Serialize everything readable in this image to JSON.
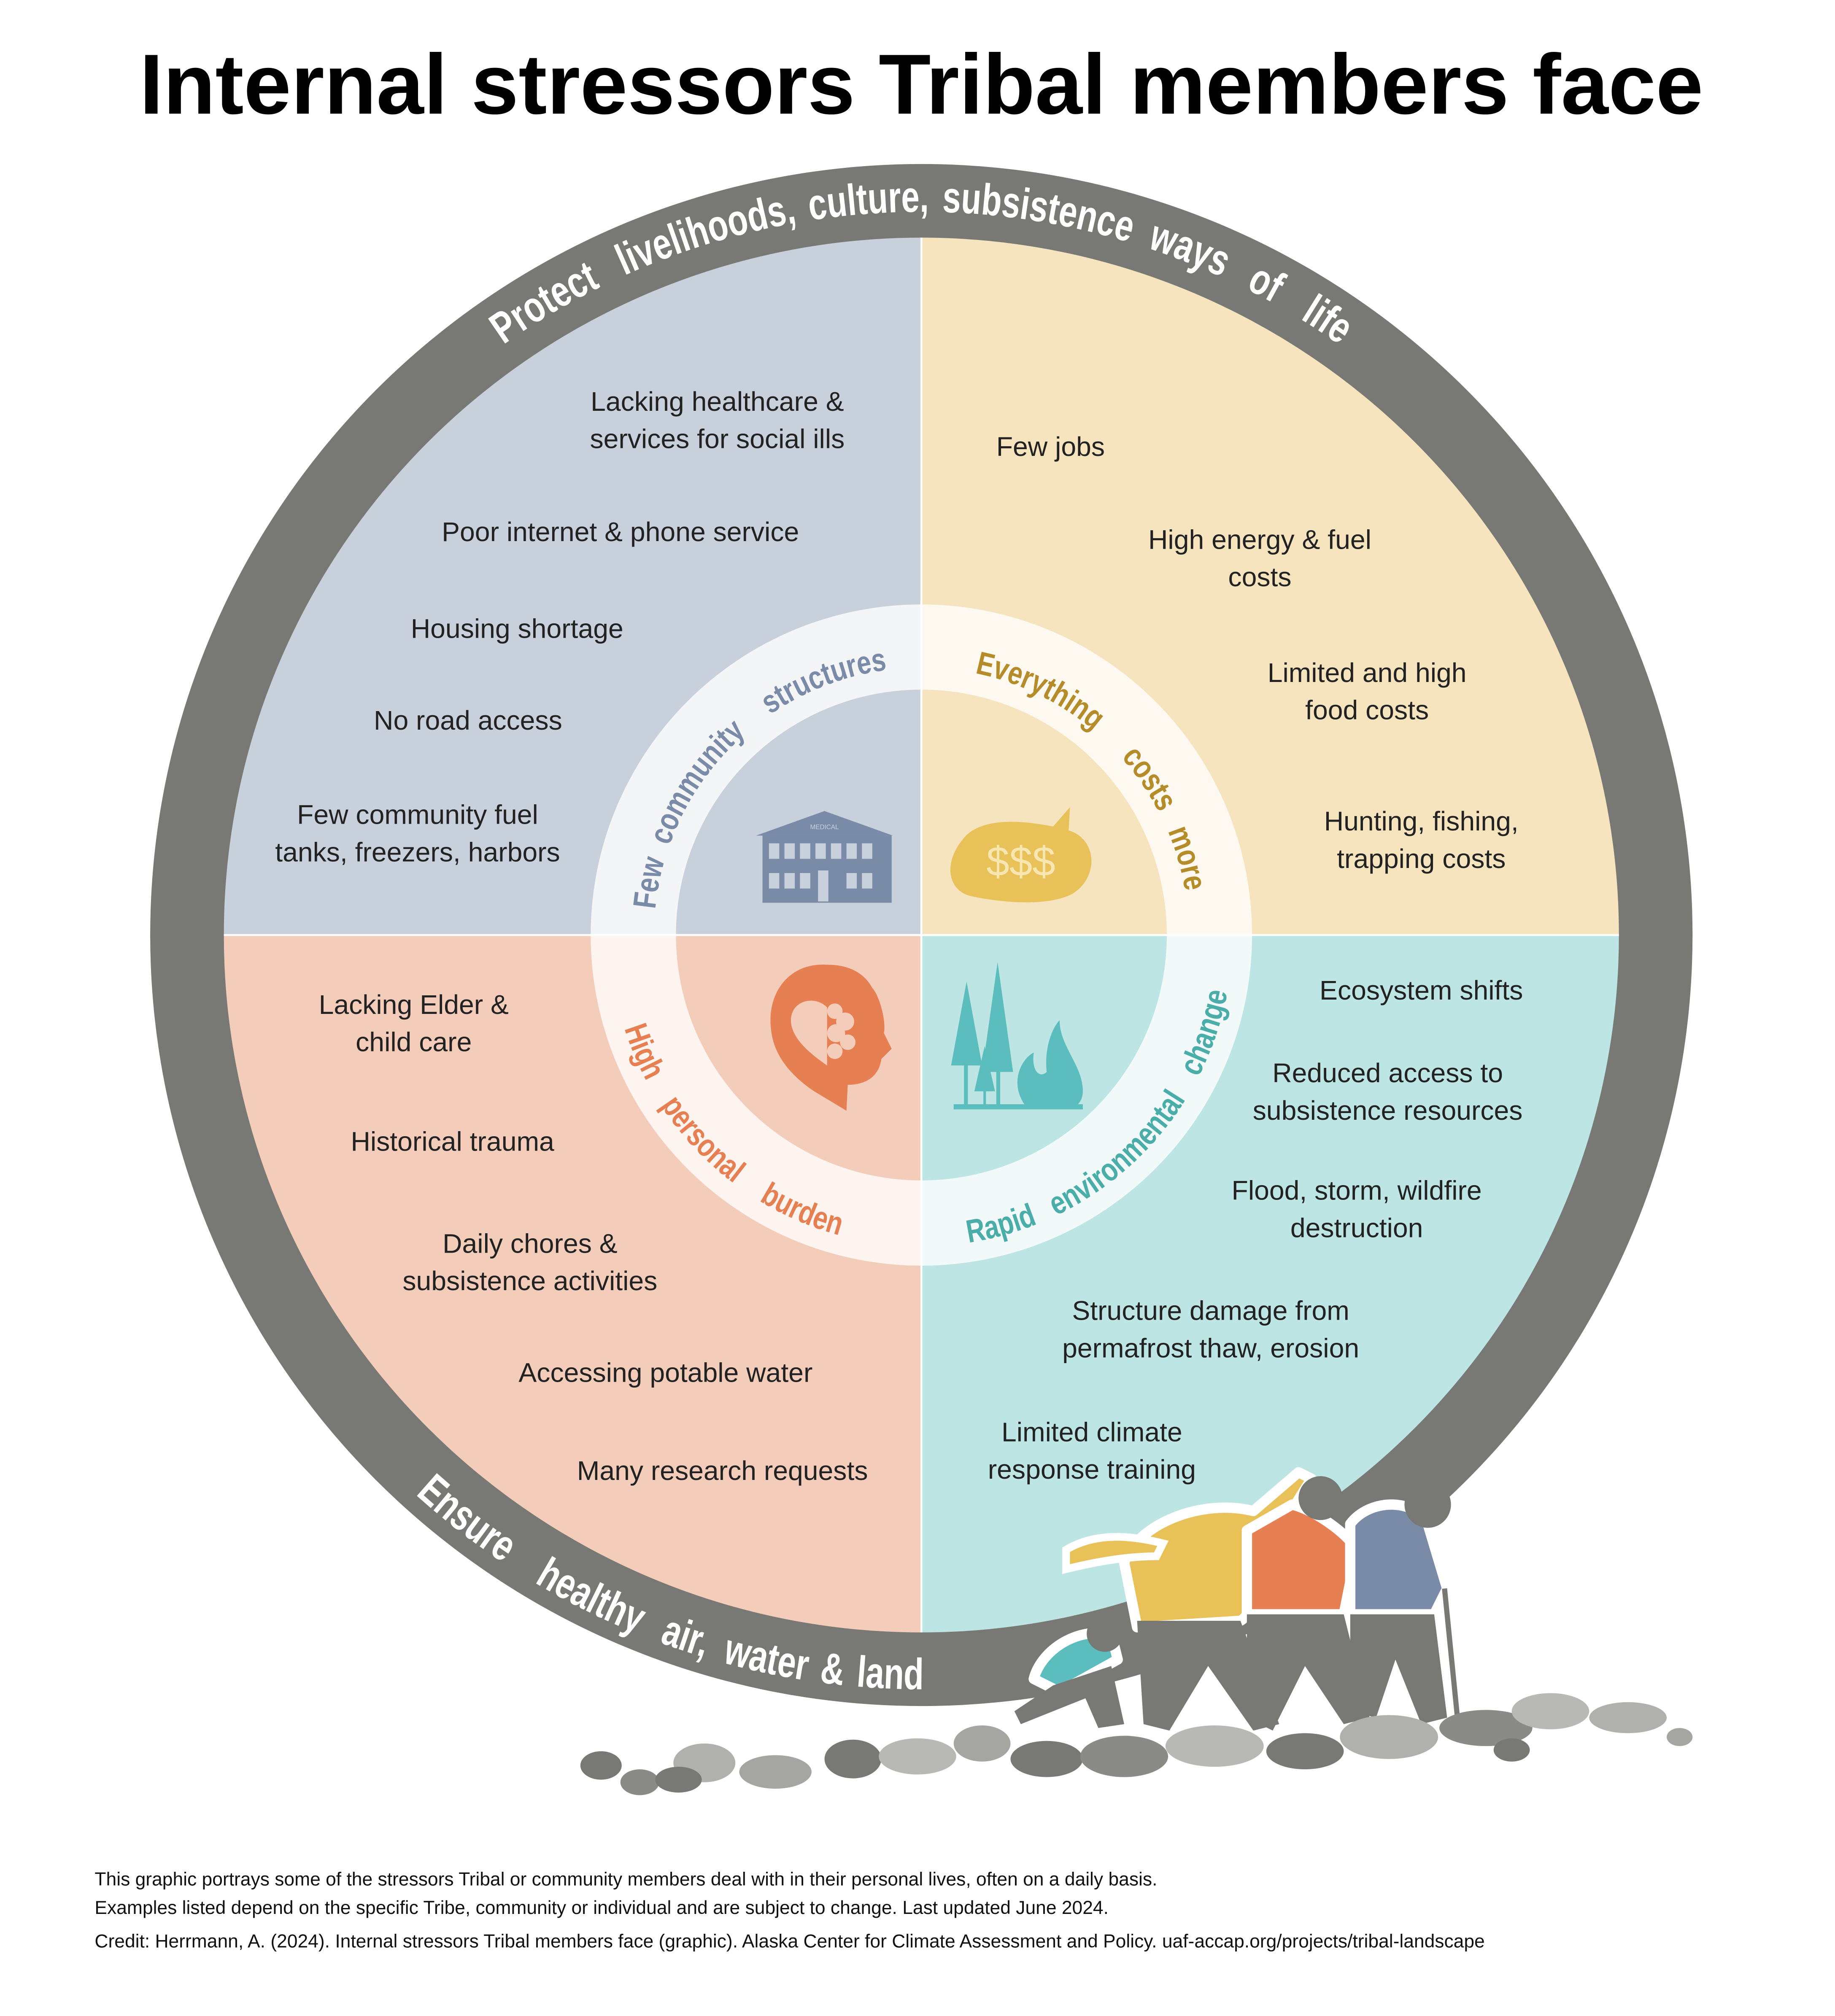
{
  "title": "Internal stressors Tribal members face",
  "outer_ring": {
    "top": "Protect livelihoods, culture, subsistence ways of life",
    "bottom": "Ensure healthy air, water & land"
  },
  "quadrants": {
    "community": {
      "label": "Few community structures",
      "icon_text": "MEDICAL",
      "color": "#c8d0dc",
      "accent": "#7a8ba8",
      "items": [
        [
          "Lacking healthcare &",
          "services for social ills"
        ],
        [
          "Poor internet & phone service"
        ],
        [
          "Housing shortage"
        ],
        [
          "No road access"
        ],
        [
          "Few community fuel",
          "tanks, freezers, harbors"
        ]
      ]
    },
    "costs": {
      "label": "Everything costs more",
      "icon_text": "$$$",
      "color": "#f5e4bd",
      "accent": "#b58c2a",
      "items": [
        [
          "Few jobs"
        ],
        [
          "High energy & fuel",
          "costs"
        ],
        [
          "Limited and high",
          "food costs"
        ],
        [
          "Hunting, fishing,",
          "trapping costs"
        ]
      ]
    },
    "personal": {
      "label": "High personal burden",
      "color": "#f3cdb9",
      "accent": "#e67f52",
      "items": [
        [
          "Lacking Elder &",
          "child care"
        ],
        [
          "Historical trauma"
        ],
        [
          "Daily chores &",
          "subsistence activities"
        ],
        [
          "Accessing potable water"
        ],
        [
          "Many research requests"
        ]
      ]
    },
    "environment": {
      "label": "Rapid environmental change",
      "color": "#bde5e4",
      "accent": "#4aada8",
      "items": [
        [
          "Ecosystem shifts"
        ],
        [
          "Reduced access to",
          "subsistence resources"
        ],
        [
          "Flood, storm, wildfire",
          "destruction"
        ],
        [
          "Structure damage from",
          "permafrost thaw, erosion"
        ],
        [
          "Limited climate",
          "response training"
        ]
      ]
    }
  },
  "footer": {
    "line1": "This graphic portrays some of the stressors Tribal or community members deal with in their personal lives, often on a daily basis.",
    "line2": "Examples listed depend on the specific Tribe, community or individual and are subject to change. Last updated June 2024.",
    "credit": "Credit: Herrmann, A. (2024). Internal stressors Tribal members face (graphic). Alaska Center for Climate Assessment and Policy. uaf-accap.org/projects/tribal-landscape"
  }
}
